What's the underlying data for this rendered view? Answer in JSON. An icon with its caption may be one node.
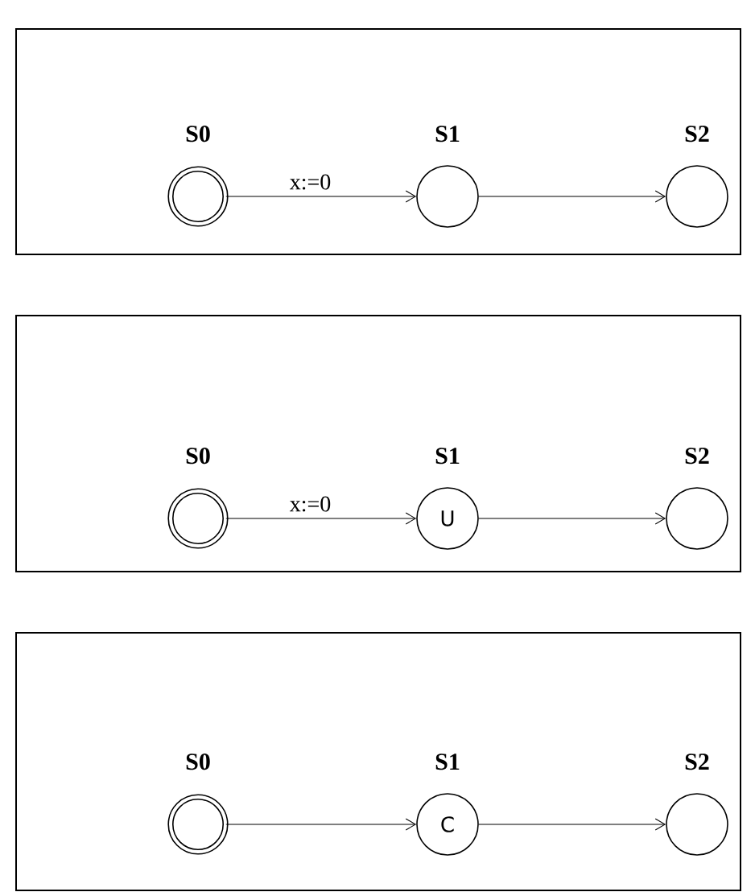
{
  "diagram": {
    "nodes": [
      {
        "text": [],
        "shape": "box"
      },
      {
        "text": [
          "S0"
        ],
        "in": 0
      },
      {
        "text": [
          "S1"
        ],
        "in": 0
      },
      {
        "text": [
          "S2"
        ],
        "in": 0
      },
      {
        "text": [],
        "shape": "box"
      },
      {
        "text": [
          "S0"
        ],
        "in": 4
      },
      {
        "text": [
          "S1",
          "U"
        ],
        "in": 4
      },
      {
        "text": [
          "S2"
        ],
        "in": 4
      },
      {
        "text": [],
        "shape": "box"
      },
      {
        "text": [
          "S0"
        ],
        "in": 8
      },
      {
        "text": [
          "S1",
          "C"
        ],
        "in": 8
      },
      {
        "text": [
          "S2"
        ],
        "in": 8
      }
    ],
    "edges": [
      {
        "from": 1,
        "to": 2,
        "arrow": "to",
        "label": "x:=0"
      },
      {
        "from": 2,
        "to": 3,
        "arrow": "to"
      },
      {
        "from": 5,
        "to": 6,
        "arrow": "to",
        "label": "x:=0"
      },
      {
        "from": 6,
        "to": 7,
        "arrow": "to"
      },
      {
        "from": 9,
        "to": 10,
        "arrow": "to"
      },
      {
        "from": 10,
        "to": 11,
        "arrow": "to"
      }
    ]
  }
}
